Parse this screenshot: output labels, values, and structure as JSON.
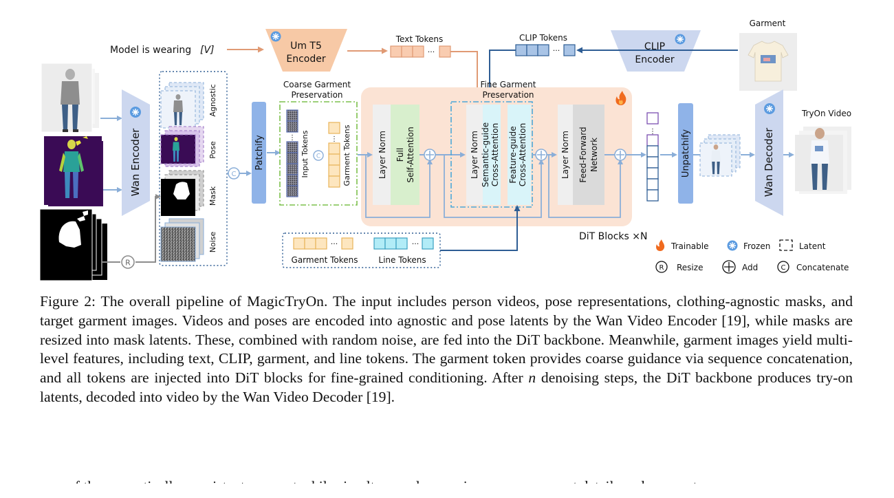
{
  "figure": {
    "prompt_text": "Model is wearing",
    "prompt_var": "[V]",
    "t5_encoder": "Um T5\nEncoder",
    "text_tokens_label": "Text Tokens",
    "clip_tokens_label": "CLIP Tokens",
    "clip_encoder": "CLIP\nEncoder",
    "garment_label": "Garment",
    "wan_encoder": "Wan Encoder",
    "latent_labels": [
      "Agnostic",
      "Pose",
      "Mask",
      "Noise"
    ],
    "patchify": "Patchify",
    "coarse_title": "Coarse Garment\nPreservation",
    "input_tokens": "Input Tokens",
    "garment_tokens_vertical": "Garment Tokens",
    "fine_title": "Fine Garment\nPreservation",
    "layer_norm": "Layer Norm",
    "full_self_attention": "Full\nSelf-Attention",
    "semantic_cross": "Semantic-guide\nCross-Attention",
    "feature_cross": "Feature-guide\nCross-Attention",
    "feed_forward": "Feed-Forward\nNetwork",
    "dit_blocks": "DiT Blocks ×N",
    "bottom_garment_tokens": "Garment Tokens",
    "line_tokens": "Line Tokens",
    "unpatchify": "Unpatchify",
    "wan_decoder": "Wan Decoder",
    "tryon_video": "TryOn Video",
    "resize_symbol": "R",
    "concat_symbol": "C",
    "legend": {
      "trainable": "Trainable",
      "frozen": "Frozen",
      "latent": "Latent",
      "resize": "Resize",
      "add": "Add",
      "concatenate": "Concatenate"
    },
    "colors": {
      "orange_encoder": "#f7c9a6",
      "token_orange": "#f9ccb0",
      "token_blue": "#a9c4e6",
      "wan_blue": "#ccd7ef",
      "dit_bg": "#fbe3d4",
      "layer_norm": "#efefef",
      "attention_green": "#d8efcd",
      "cross_cyan": "#d9f4f9",
      "ffn_gray": "#dadada",
      "patchify_blue": "#8fb3e8",
      "garment_token_yellow": "#fde6bf",
      "line_token_cyan": "#b2ecf7",
      "arrow_orange": "#e09a74",
      "arrow_blue": "#2e5d94",
      "flow_blue": "#8aaed8"
    }
  },
  "caption": {
    "label": "Figure 2:",
    "part1": "The overall pipeline of MagicTryOn. The input includes person videos, pose representations, clothing-agnostic masks, and target garment images. Videos and poses are encoded into agnostic and pose latents by the Wan Video Encoder [19], while masks are resized into mask latents. These, combined with random noise, are fed into the DiT backbone. Meanwhile, garment images yield multi-level features, including text, CLIP, garment, and line tokens. The garment token provides coarse guidance via sequence concatenation, and all tokens are injected into DiT blocks for fine-grained conditioning. After",
    "var_n": "n",
    "part2": "denoising steps, the DiT backbone produces try-on latents, decoded into video by the Wan Video Decoder [19]."
  },
  "cutoff_text": "of the semantically-consistent garment while simultaneously ensuring proper garment details and garment"
}
